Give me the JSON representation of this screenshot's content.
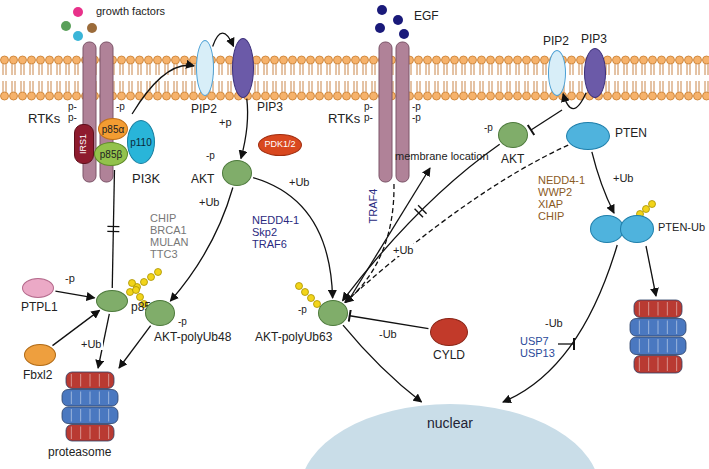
{
  "diagram": {
    "nodes": [
      {
        "text": [
          "RTKs"
        ]
      },
      {
        "text": [
          "PI3K"
        ]
      },
      {
        "text": [
          "IRS1"
        ],
        "in": 1
      },
      {
        "text": [
          "p85α"
        ],
        "in": 1
      },
      {
        "text": [
          "p85β"
        ],
        "in": 1
      },
      {
        "text": [
          "p110"
        ],
        "in": 1
      },
      {
        "text": [
          "PIP2"
        ]
      },
      {
        "text": [
          "PIP3"
        ]
      },
      {
        "text": [
          "PDK1/2"
        ]
      },
      {
        "text": [
          "AKT"
        ]
      },
      {
        "text": [
          "RTKs"
        ]
      },
      {
        "text": [
          "PIP2"
        ]
      },
      {
        "text": [
          "PIP3"
        ]
      },
      {
        "text": [
          "AKT"
        ]
      },
      {
        "text": [
          "PTEN"
        ]
      },
      {
        "text": [
          "PTPL1"
        ]
      },
      {
        "text": [
          "p85β"
        ]
      },
      {
        "text": [
          "Fbxl2"
        ]
      },
      {
        "text": [
          "AKT-polyUb48"
        ]
      },
      {
        "text": [
          "AKT-polyUb63"
        ]
      },
      {
        "text": [
          "CYLD"
        ]
      },
      {
        "text": [
          "PTEN-Ub"
        ]
      },
      {
        "text": [
          "proteasome"
        ]
      },
      {
        "text": [
          "nuclear"
        ]
      }
    ],
    "edges": [
      {
        "from": 1,
        "to": 6,
        "arrow": "to"
      },
      {
        "from": 6,
        "to": 7,
        "arrow": "to"
      },
      {
        "from": 7,
        "to": 9,
        "label": "+p",
        "arrow": "to"
      },
      {
        "from": 9,
        "to": 18,
        "label": "+Ub",
        "arrow": "to"
      },
      {
        "from": 9,
        "to": 19,
        "label": "+Ub",
        "arrow": "to"
      },
      {
        "from": 15,
        "to": 16,
        "label": "-p",
        "arrow": "to"
      },
      {
        "from": 17,
        "to": 16,
        "label": "+Ub",
        "arrow": "to"
      },
      {
        "from": 16,
        "to": 1,
        "arrow": "none"
      },
      {
        "from": 16,
        "to": 22,
        "arrow": "to"
      },
      {
        "from": 18,
        "to": 22,
        "arrow": "to"
      },
      {
        "from": 10,
        "to": 19,
        "label": "+Ub",
        "arrow": "to"
      },
      {
        "from": 13,
        "to": 19,
        "arrow": "to"
      },
      {
        "from": 14,
        "to": 19,
        "arrow": "to"
      },
      {
        "from": 20,
        "to": 19,
        "label": "-Ub",
        "arrow": "to"
      },
      {
        "from": 19,
        "to": 23,
        "arrow": "to"
      },
      {
        "from": 14,
        "to": 21,
        "label": "+Ub",
        "arrow": "to"
      },
      {
        "from": 21,
        "to": 23,
        "arrow": "to"
      },
      {
        "from": 12,
        "to": 11,
        "arrow": "to"
      }
    ],
    "labels": [
      "growth factors",
      "EGF",
      "p-",
      "p-",
      "-p",
      "p-",
      "p-",
      "-p",
      "-p",
      "-p",
      "-p",
      "-p",
      "-p",
      "CHIP BRCA1 MULAN TTC3",
      "NEDD4-1 Skp2 TRAF6",
      "TRAF4",
      "membrane location",
      "NEDD4-1 WWP2 XIAP CHIP",
      "USP7 USP13",
      "-Ub"
    ]
  }
}
